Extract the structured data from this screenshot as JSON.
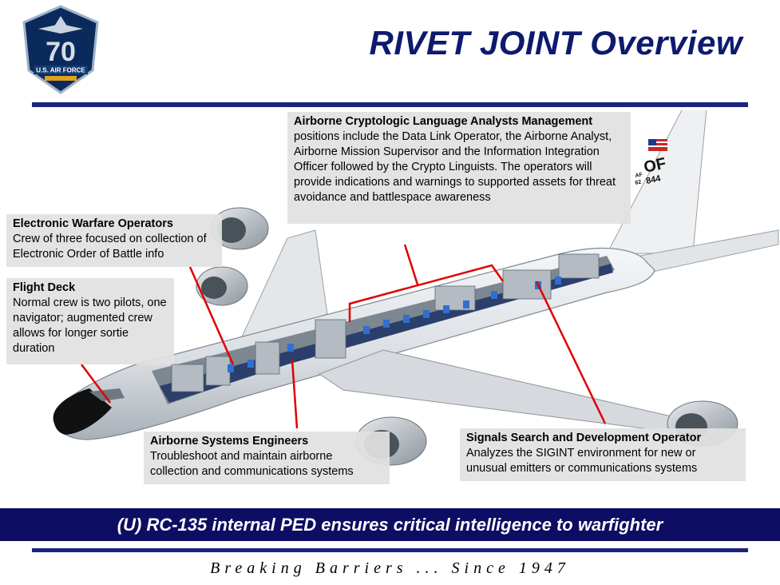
{
  "logo": {
    "number": "70",
    "org": "U.S. AIR FORCE"
  },
  "title": "RIVET JOINT Overview",
  "aircraft": {
    "tail_code": "OF",
    "tail_prefix": "AF",
    "tail_year": "62",
    "tail_serial": "844"
  },
  "callouts": {
    "cla": {
      "heading": "Airborne Cryptologic Language Analysts Management",
      "body": " positions include the Data Link Operator, the Airborne Analyst, Airborne Mission Supervisor and the Information Integration Officer followed by the Crypto Linguists.  The operators will provide indications and warnings to supported assets for threat avoidance and battlespace awareness"
    },
    "ewo": {
      "heading": "Electronic Warfare Operators",
      "body": "Crew of three focused on collection of Electronic Order of Battle info"
    },
    "flight_deck": {
      "heading": "Flight Deck",
      "body": "Normal crew is two pilots, one navigator; augmented crew allows for longer sortie duration"
    },
    "ase": {
      "heading": "Airborne Systems Engineers",
      "body": "Troubleshoot and maintain airborne collection and communications systems"
    },
    "ssd": {
      "heading": "Signals Search and Development Operator",
      "body": "Analyzes the SIGINT environment for new or unusual emitters or communications systems"
    }
  },
  "banner": "(U) RC-135 internal PED ensures critical intelligence to warfighter",
  "motto": "Breaking Barriers ... Since 1947",
  "colors": {
    "navy": "#0d0d63",
    "title": "#0d1a6e",
    "rule": "#1a237e",
    "callout_line": "#e00000"
  }
}
